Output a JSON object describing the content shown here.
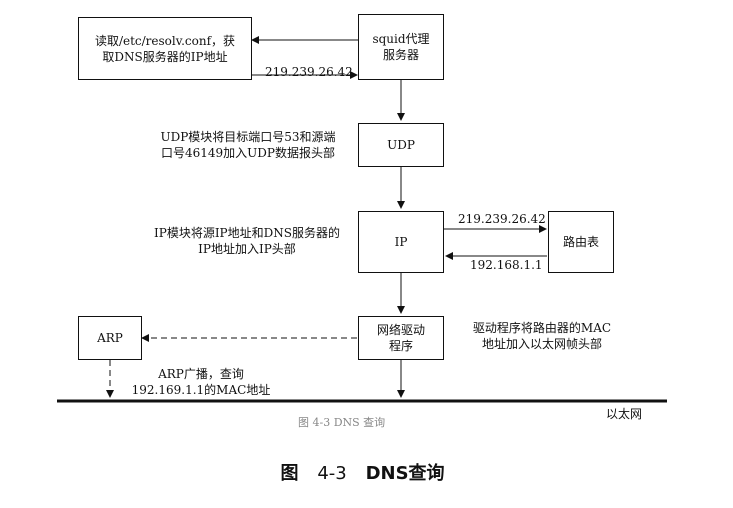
{
  "nodes": {
    "resolv": [
      "读取/etc/resolv.conf，获",
      "取DNS服务器的IP地址"
    ],
    "squid": [
      "squid代理",
      "服务器"
    ],
    "udp": "UDP",
    "ip": "IP",
    "route_table": "路由表",
    "driver": [
      "网络驱动",
      "程序"
    ],
    "arp": "ARP"
  },
  "labels": {
    "squid_to_resolv_ip": "219.239.26.42",
    "ip_to_route_ip": "219.239.26.42",
    "route_to_ip_ip": "192.168.1.1",
    "udp_note": [
      "UDP模块将目标端口号53和源端",
      "口号46149加入UDP数据报头部"
    ],
    "ip_note": [
      "IP模块将源IP地址和DNS服务器的",
      "IP地址加入IP头部"
    ],
    "driver_note": [
      "驱动程序将路由器的MAC",
      "地址加入以太网帧头部"
    ],
    "arp_note": [
      "ARP广播，查询",
      "192.169.1.1的MAC地址"
    ],
    "ethernet": "以太网",
    "ghost_caption": "图 4-3   DNS 查询"
  },
  "caption": {
    "prefix": "图",
    "number": "4-3",
    "title": "DNS查询"
  }
}
